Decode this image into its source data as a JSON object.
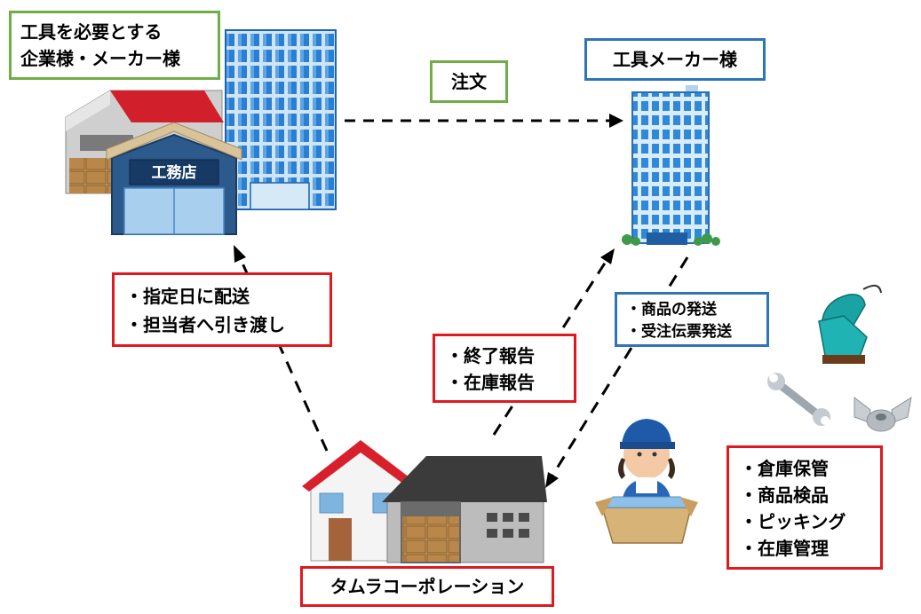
{
  "labels": {
    "client_line1": "工具を必要とする",
    "client_line2": "企業様・メーカー様",
    "order": "注文",
    "maker": "工具メーカー様",
    "delivery_line1": "・指定日に配送",
    "delivery_line2": "・担当者へ引き渡し",
    "report_line1": "・終了報告",
    "report_line2": "・在庫報告",
    "shipping_line1": "・商品の発送",
    "shipping_line2": "・受注伝票発送",
    "services_line1": "・倉庫保管",
    "services_line2": "・商品検品",
    "services_line3": "・ピッキング",
    "services_line4": "・在庫管理",
    "company": "タムラコーポレーション",
    "shop_sign": "工務店"
  },
  "colors": {
    "green": "#70ad47",
    "blue": "#2e75b6",
    "red": "#e0191f"
  },
  "icons": [
    "client-buildings-icon",
    "maker-building-icon",
    "warehouse-icon",
    "worker-icon",
    "sander-icon",
    "wrench-icon",
    "wing-nut-icon"
  ]
}
